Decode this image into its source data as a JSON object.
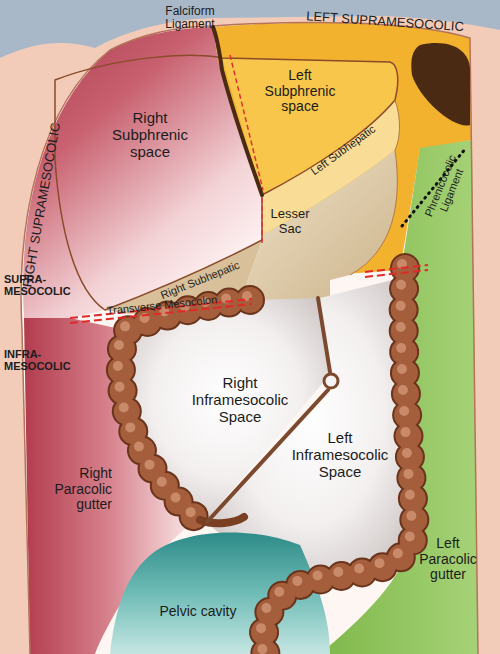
{
  "diagram": {
    "nodes": [
      {
        "text": [
          "Right Subphrenic space"
        ]
      },
      {
        "text": [
          "Left Subphrenic space"
        ]
      },
      {
        "text": [
          "Left Subhepatic"
        ]
      },
      {
        "text": [
          "Lesser Sac"
        ]
      },
      {
        "text": [
          "Right Subhepatic"
        ]
      },
      {
        "text": [
          "Right Inframesocolic Space"
        ]
      },
      {
        "text": [
          "Left Inframesocolic Space"
        ]
      },
      {
        "text": [
          "Right Paracolic gutter"
        ]
      },
      {
        "text": [
          "Left Paracolic gutter"
        ]
      },
      {
        "text": [
          "Pelvic cavity"
        ]
      }
    ],
    "labels": [
      "Falciform Ligament",
      "LEFT SUPRAMESOCOLIC",
      "RIGHT SUPRAMESOCOLIC",
      "Phrenicocolic Ligament",
      "SUPRA-MESOCOLIC",
      "Transverse Mesocolon",
      "INFRA-MESOCOLIC"
    ]
  }
}
